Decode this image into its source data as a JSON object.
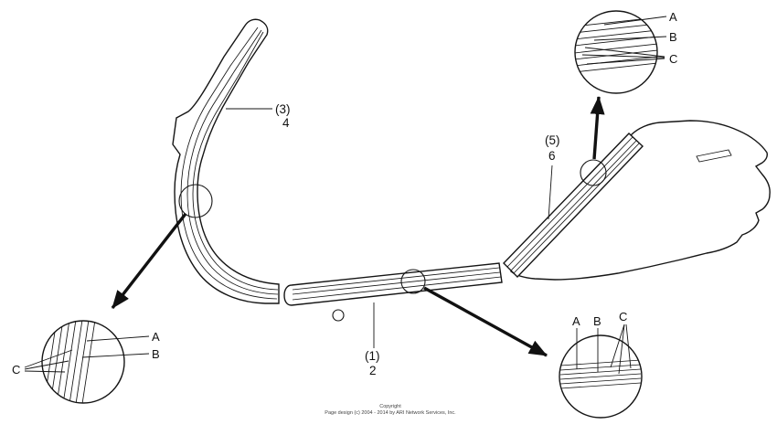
{
  "diagram": {
    "labels": {
      "part3_ref": "(3)",
      "part3_num": "4",
      "part5_ref": "(5)",
      "part5_num": "6",
      "part1_ref": "(1)",
      "part1_num": "2"
    },
    "details": {
      "top_right": {
        "a": "A",
        "b": "B",
        "c": "C"
      },
      "bottom_left": {
        "a": "A",
        "b": "B",
        "c": "C"
      },
      "bottom_right": {
        "a": "A",
        "b": "B",
        "c": "C"
      }
    },
    "footer": {
      "line1": "Copyright",
      "line2": "Page design (c) 2004 - 2014 by ARI Network Services, Inc."
    },
    "colors": {
      "ink": "#151515",
      "background": "#ffffff"
    }
  }
}
